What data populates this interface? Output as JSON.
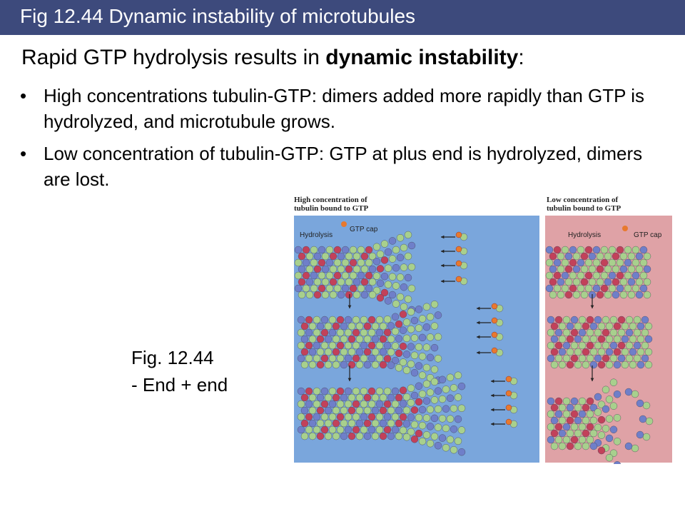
{
  "slide": {
    "title_bar": "Fig 12.44  Dynamic instability of microtubules",
    "heading_prefix": "Rapid GTP hydrolysis results in ",
    "heading_bold": "dynamic instability",
    "heading_suffix": ":",
    "bullets": [
      "High concentrations tubulin-GTP: dimers added more rapidly than GTP is hydrolyzed, and microtubule grows.",
      "Low concentration of tubulin-GTP: GTP at plus end is hydrolyzed,  dimers are lost."
    ],
    "bullet_symbol": "•",
    "caption_line1": "Fig. 12.44",
    "caption_line2": "- End  + end"
  },
  "figure": {
    "left_panel_title": "High concentration of tubulin bound to GTP",
    "left_panel_title_line1": "High concentration of",
    "left_panel_title_line2": "tubulin bound to GTP",
    "right_panel_title_line1": "Low concentration of",
    "right_panel_title_line2": "tubulin bound to GTP",
    "hydrolysis_label": "Hydrolysis",
    "gtp_cap_label": "GTP cap",
    "colors": {
      "left_panel_bg": "#7aa6dc",
      "right_panel_bg": "#dfa2a6",
      "tubulin_green": "#a8d08d",
      "tubulin_blue": "#6f7fc9",
      "tubulin_red": "#c2415a",
      "gtp_orange": "#e8792e"
    }
  }
}
